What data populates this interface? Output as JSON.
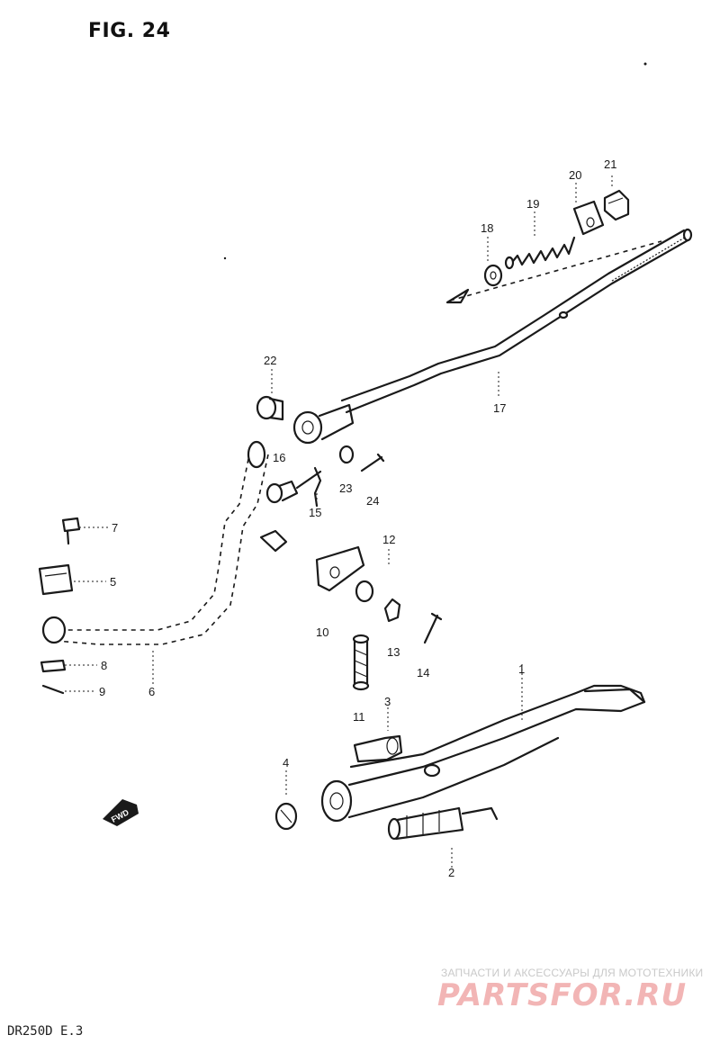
{
  "figure": {
    "title": "FIG. 24"
  },
  "footer": {
    "model_code": "DR250D E.3"
  },
  "watermark": {
    "subtitle": "ЗАПЧАСТИ И АКСЕССУАРЫ ДЛЯ МОТОТЕХНИКИ",
    "logo": "PARTSFOR.RU"
  },
  "direction_arrow": {
    "label": "FWD"
  },
  "callouts": [
    "1",
    "2",
    "3",
    "4",
    "5",
    "6",
    "7",
    "8",
    "9",
    "10",
    "11",
    "12",
    "13",
    "14",
    "15",
    "16",
    "17",
    "18",
    "19",
    "20",
    "21",
    "22",
    "23",
    "24"
  ]
}
